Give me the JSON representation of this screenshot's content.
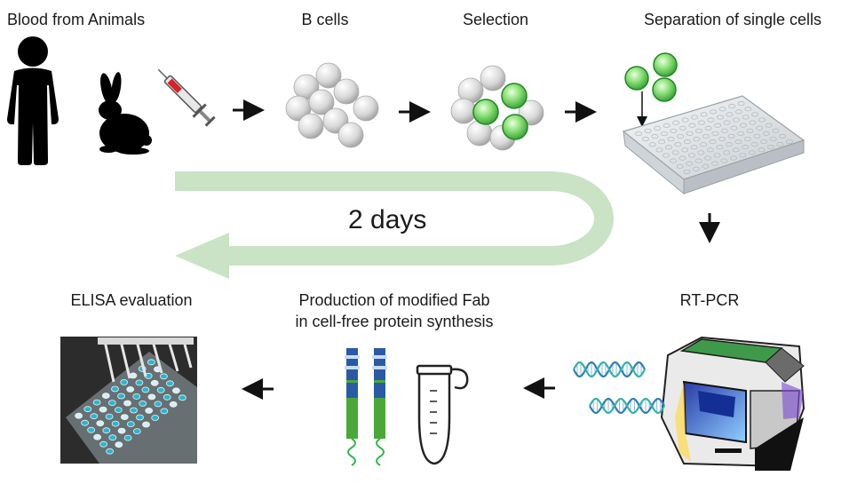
{
  "steps": {
    "blood": {
      "label": "Blood from Animals"
    },
    "bcells": {
      "label": "B cells"
    },
    "selection": {
      "label": "Selection"
    },
    "separation": {
      "label": "Separation of single cells"
    },
    "rtpcr": {
      "label": "RT-PCR"
    },
    "production": {
      "label_line1": "Production of modified Fab",
      "label_line2": "in cell-free protein synthesis"
    },
    "elisa": {
      "label": "ELISA evaluation"
    }
  },
  "cycle": {
    "label": "2 days"
  },
  "colors": {
    "cycle_arrow": "#c9e3c4",
    "cell_grey": "#d6d6d6",
    "cell_green": "#3cb93c",
    "silhouette": "#000000",
    "antibody_blue": "#2a5aa6",
    "antibody_green": "#4aa838",
    "dna_blue": "#2f7fbf",
    "dna_teal": "#34b3a6",
    "elisa_cyan": "#29b6d0"
  },
  "icons": [
    "person-icon",
    "rabbit-icon",
    "syringe-icon",
    "cell-cluster-icon",
    "plate-icon",
    "thermocycler-icon",
    "dna-icon",
    "antibody-icon",
    "tube-icon",
    "elisa-plate-icon"
  ]
}
